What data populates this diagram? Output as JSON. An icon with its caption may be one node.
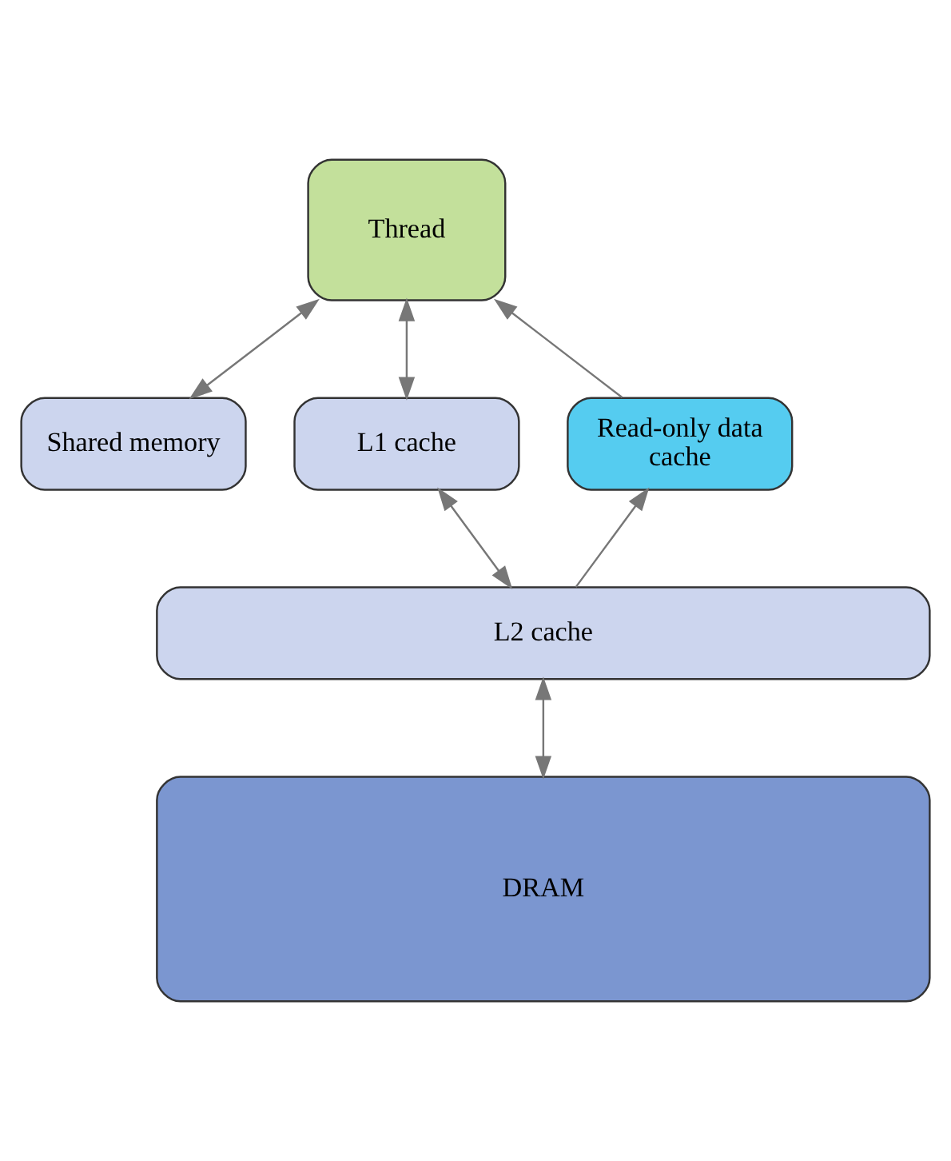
{
  "diagram": {
    "nodes": [
      {
        "text": [
          "Thread"
        ]
      },
      {
        "text": [
          "Shared memory"
        ]
      },
      {
        "text": [
          "L1 cache"
        ]
      },
      {
        "text": [
          "Read-only data cache"
        ]
      },
      {
        "text": [
          "L2 cache"
        ]
      },
      {
        "text": [
          "DRAM"
        ]
      }
    ],
    "edges": [
      {
        "from": 0,
        "to": 1,
        "arrow": "both"
      },
      {
        "from": 0,
        "to": 2,
        "arrow": "both"
      },
      {
        "from": 3,
        "to": 0,
        "arrow": "to"
      },
      {
        "from": 2,
        "to": 4,
        "arrow": "both"
      },
      {
        "from": 4,
        "to": 3,
        "arrow": "to"
      },
      {
        "from": 4,
        "to": 5,
        "arrow": "both"
      }
    ]
  }
}
